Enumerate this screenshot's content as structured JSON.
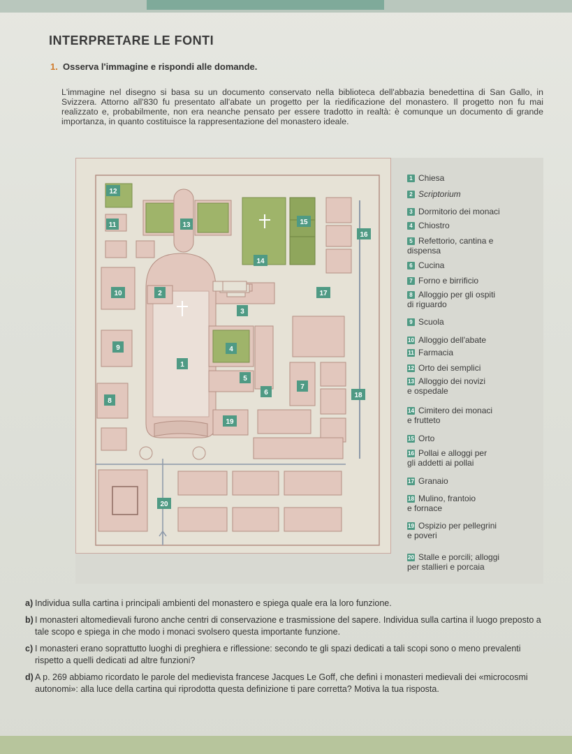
{
  "header": {
    "section_title": "INTERPRETARE LE FONTI",
    "exercise_number": "1.",
    "exercise_prompt": "Osserva l'immagine e rispondi alle domande."
  },
  "intro": {
    "text": "L'immagine nel disegno si basa su un documento conservato nella biblioteca dell'abbazia benedettina di San Gallo, in Svizzera. Attorno all'830 fu presentato all'abate un progetto per la riedificazione del monastero. Il progetto non fu mai realizzato e, probabilmente, non era neanche pensato per essere tradotto in realtà: è comunque un documento di grande importanza, in quanto costituisce la rappresentazione del monastero ideale."
  },
  "map": {
    "labels": [
      "1",
      "2",
      "3",
      "4",
      "5",
      "6",
      "7",
      "8",
      "9",
      "10",
      "11",
      "12",
      "13",
      "14",
      "15",
      "16",
      "17",
      "18",
      "19",
      "20"
    ],
    "colors": {
      "ground": "#e6e2d6",
      "building": "#e2c7bd",
      "building_stroke": "#b48f83",
      "green": "#9fb46a",
      "garden": "#8fa65c",
      "label_bg": "#4f9a84",
      "path": "#8c98a8"
    }
  },
  "legend": {
    "items": [
      {
        "num": "1",
        "label": "Chiesa"
      },
      {
        "num": "2",
        "label": "Scriptorium",
        "italic": true
      },
      {
        "num": "3",
        "label": "Dormitorio dei monaci"
      },
      {
        "num": "4",
        "label": "Chiostro"
      },
      {
        "num": "5",
        "label": "Refettorio, cantina e",
        "cont": "dispensa"
      },
      {
        "num": "6",
        "label": "Cucina"
      },
      {
        "num": "7",
        "label": "Forno e birrificio"
      },
      {
        "num": "8",
        "label": "Alloggio per gli ospiti",
        "cont": "di riguardo"
      },
      {
        "num": "9",
        "label": "Scuola"
      },
      {
        "num": "10",
        "label": "Alloggio dell'abate"
      },
      {
        "num": "11",
        "label": "Farmacia"
      },
      {
        "num": "12",
        "label": "Orto dei semplici"
      },
      {
        "num": "13",
        "label": "Alloggio dei novizi",
        "cont": "e ospedale"
      },
      {
        "num": "14",
        "label": "Cimitero dei monaci",
        "cont": "e frutteto"
      },
      {
        "num": "15",
        "label": "Orto"
      },
      {
        "num": "16",
        "label": "Pollai e alloggi per",
        "cont": "gli addetti ai pollai"
      },
      {
        "num": "17",
        "label": "Granaio"
      },
      {
        "num": "18",
        "label": "Mulino, frantoio",
        "cont": "e fornace"
      },
      {
        "num": "19",
        "label": "Ospizio per pellegrini",
        "cont": "e poveri"
      },
      {
        "num": "20",
        "label": "Stalle e porcili; alloggi",
        "cont": "per stallieri e porcaia"
      }
    ]
  },
  "questions": [
    {
      "letter": "a)",
      "text": "Individua sulla cartina i principali ambienti del monastero e spiega quale era la loro funzione."
    },
    {
      "letter": "b)",
      "text": "I monasteri altomedievali furono anche centri di conservazione e trasmissione del sapere. Individua sulla cartina il luogo preposto a tale scopo e spiega in che modo i monaci svolsero questa importante funzione."
    },
    {
      "letter": "c)",
      "text": "I monasteri erano soprattutto luoghi di preghiera e riflessione: secondo te gli spazi dedicati a tali scopi sono o meno prevalenti rispetto a quelli dedicati ad altre funzioni?"
    },
    {
      "letter": "d)",
      "text": "A p. 269 abbiamo ricordato le parole del medievista francese Jacques Le Goff, che definì i monasteri medievali dei «microcosmi autonomi»: alla luce della cartina qui riprodotta questa definizione ti pare corretta? Motiva la tua risposta."
    }
  ]
}
